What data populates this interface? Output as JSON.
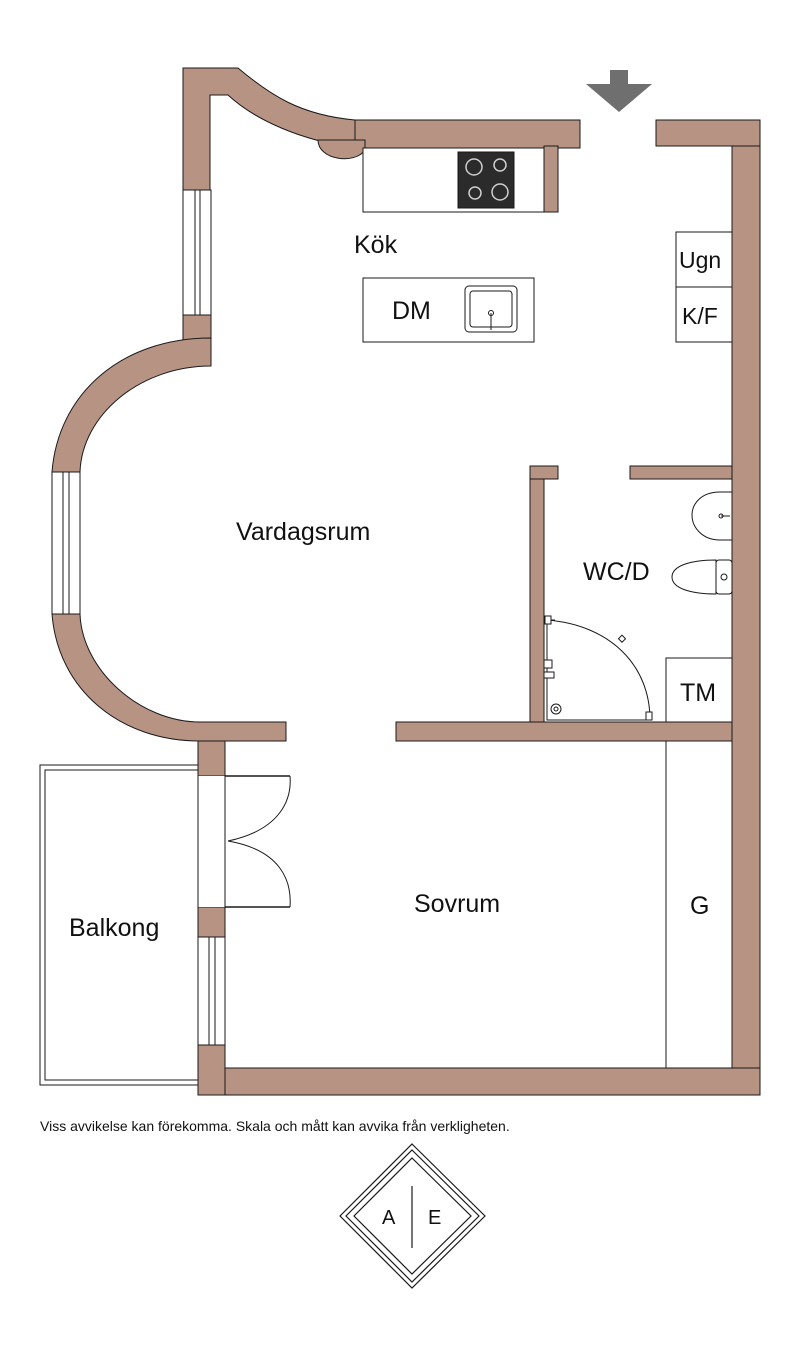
{
  "colors": {
    "wall": "#b79384",
    "outline": "#1a1a1a",
    "hob": "#2b2b2b",
    "arrow": "#6f6f6f",
    "background": "#ffffff"
  },
  "rooms": {
    "kitchen": "Kök",
    "living_room": "Vardagsrum",
    "bathroom": "WC/D",
    "bedroom": "Sovrum",
    "balcony": "Balkong"
  },
  "fixtures": {
    "oven": "Ugn",
    "fridge_freezer": "K/F",
    "dishwasher": "DM",
    "washing_machine": "TM",
    "wardrobe": "G"
  },
  "icons": {
    "entrance": "down-arrow-icon",
    "hob": "hob-icon",
    "sink": "sink-icon",
    "washbasin": "washbasin-icon",
    "toilet": "toilet-icon",
    "shower": "shower-icon"
  },
  "disclaimer": "Viss avvikelse kan förekomma. Skala och mått kan avvika från verkligheten.",
  "logo": {
    "left": "A",
    "right": "E"
  }
}
